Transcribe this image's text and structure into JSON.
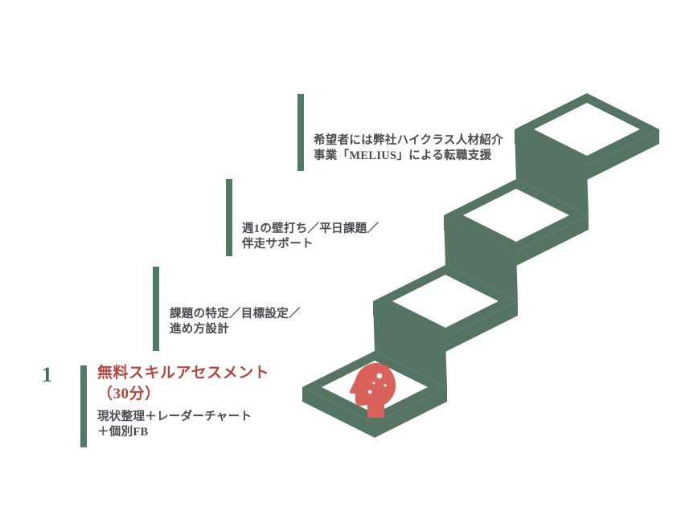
{
  "colors": {
    "stair_green": "#567463",
    "bar_green": "#4f7b66",
    "number_green": "#3f6e5a",
    "title_red": "#b6473f",
    "icon_red": "#d9625b",
    "text_gray": "#4a4b4f",
    "background": "#ffffff"
  },
  "diagram": {
    "type": "isometric-staircase",
    "steps_count": 4,
    "icon": "head-with-gears-icon",
    "icon_step": 1
  },
  "steps": [
    {
      "number": "1",
      "title_line1": "無料スキルアセスメント",
      "title_line2": "（30分）",
      "desc_line1": "現状整理＋レーダーチャート",
      "desc_line2": "＋個別FB"
    },
    {
      "desc_line1": "課題の特定／目標設定／",
      "desc_line2": "進め方設計"
    },
    {
      "desc_line1": "週1の壁打ち／平日課題／",
      "desc_line2": "伴走サポート"
    },
    {
      "desc_line1": "希望者には弊社ハイクラス人材紹介",
      "desc_line2": "事業「MELIUS」による転職支援"
    }
  ]
}
